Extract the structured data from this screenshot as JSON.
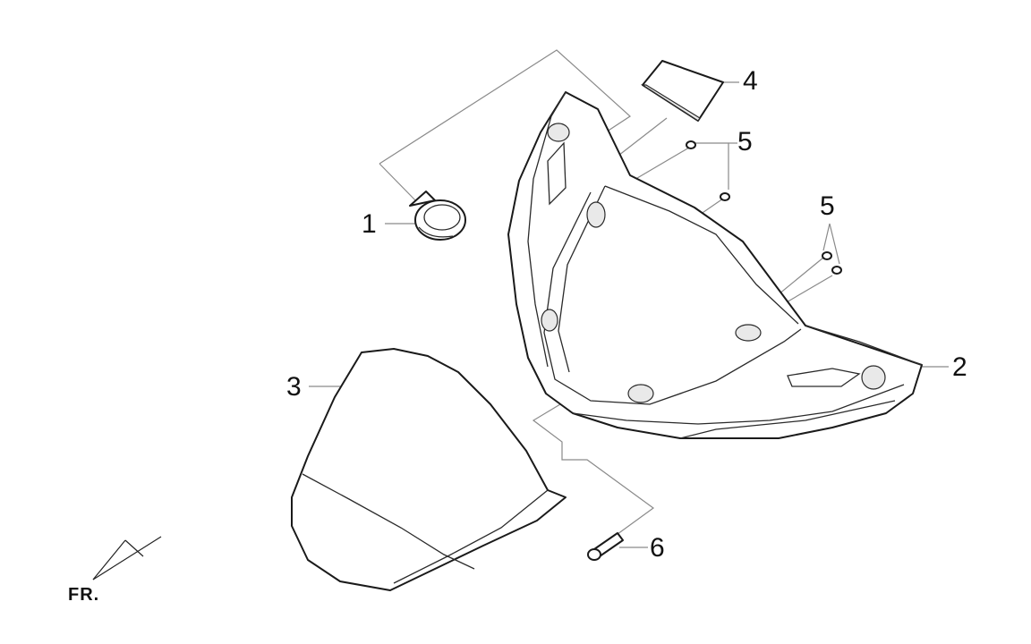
{
  "callouts": {
    "c1": "1",
    "c2": "2",
    "c3": "3",
    "c4": "4",
    "c5a": "5",
    "c5b": "5",
    "c6": "6"
  },
  "orientation_label": "FR.",
  "parts": [
    {
      "number": "1",
      "icon": "bulb-socket-icon"
    },
    {
      "number": "2",
      "icon": "front-cowl-icon"
    },
    {
      "number": "3",
      "icon": "windshield-icon"
    },
    {
      "number": "4",
      "icon": "pad-icon"
    },
    {
      "number": "5",
      "icon": "screw-icon"
    },
    {
      "number": "6",
      "icon": "bolt-icon"
    }
  ]
}
